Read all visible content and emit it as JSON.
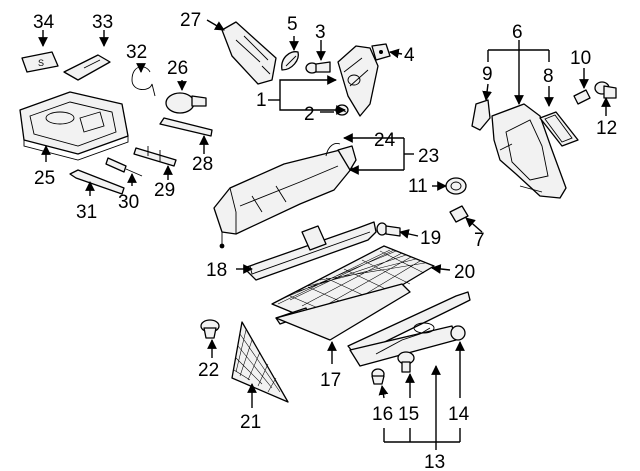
{
  "diagram": {
    "callouts": {
      "n1": "1",
      "n2": "2",
      "n3": "3",
      "n4": "4",
      "n5": "5",
      "n6": "6",
      "n7": "7",
      "n8": "8",
      "n9": "9",
      "n10": "10",
      "n11": "11",
      "n12": "12",
      "n13": "13",
      "n14": "14",
      "n15": "15",
      "n16": "16",
      "n17": "17",
      "n18": "18",
      "n19": "19",
      "n20": "20",
      "n21": "21",
      "n22": "22",
      "n23": "23",
      "n24": "24",
      "n25": "25",
      "n26": "26",
      "n27": "27",
      "n28": "28",
      "n29": "29",
      "n30": "30",
      "n31": "31",
      "n32": "32",
      "n33": "33",
      "n34": "34"
    },
    "emblem_letter": "S"
  }
}
